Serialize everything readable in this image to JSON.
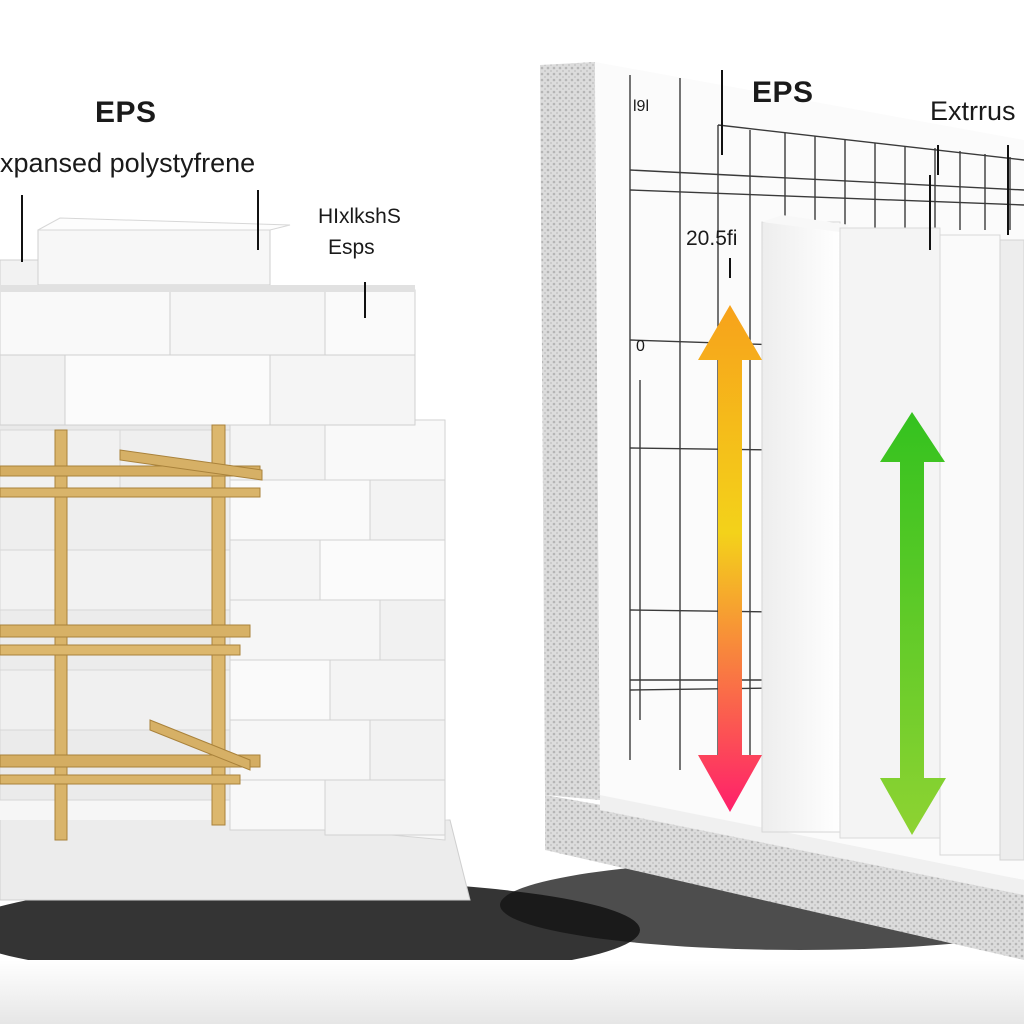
{
  "left_panel": {
    "title": "EPS",
    "subtitle": "xpansed polystyfrene",
    "side_label_line1": "HIxlkshS",
    "side_label_line2": "Esps"
  },
  "right_panel": {
    "title": "EPS",
    "title_right": "Extrrus",
    "measurement": "20.5fi",
    "tick_top": "l9l",
    "tick_zero": "0"
  },
  "colors": {
    "background": "#ffffff",
    "foam": "#f3f3f3",
    "foam_shadow": "#c9c9c9",
    "wood": "#d9b46a",
    "grid": "#3a3a3a",
    "arrow_eps_top": "#f7a21b",
    "arrow_eps_mid": "#f3d21a",
    "arrow_eps_bottom": "#ff1f6b",
    "arrow_xps_top": "#34c21f",
    "arrow_xps_bottom": "#8ed332"
  }
}
